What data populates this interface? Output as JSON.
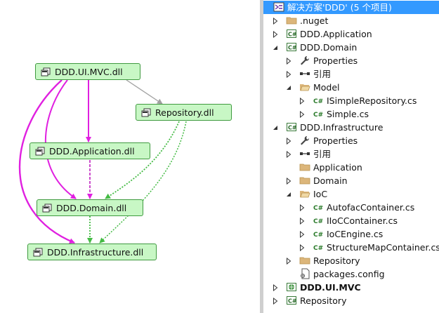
{
  "graph": {
    "nodes": [
      {
        "id": "mvc",
        "label": "DDD.UI.MVC.dll"
      },
      {
        "id": "repo",
        "label": "Repository.dll"
      },
      {
        "id": "app",
        "label": "DDD.Application.dll"
      },
      {
        "id": "domain",
        "label": "DDD.Domain.dll"
      },
      {
        "id": "infra",
        "label": "DDD.Infrastructure.dll"
      }
    ]
  },
  "explorer": {
    "solution_label": "解决方案'DDD' (5 个项目)",
    "items": [
      {
        "label": "解决方案'DDD' (5 个项目)",
        "icon": "solution-icon"
      },
      {
        "label": ".nuget",
        "icon": "folder-icon"
      },
      {
        "label": "DDD.Application",
        "icon": "csharp-project-icon"
      },
      {
        "label": "DDD.Domain",
        "icon": "csharp-project-icon"
      },
      {
        "label": "Properties",
        "icon": "wrench-icon"
      },
      {
        "label": "引用",
        "icon": "references-icon"
      },
      {
        "label": "Model",
        "icon": "folder-open-icon"
      },
      {
        "label": "ISimpleRepository.cs",
        "icon": "csharp-file-icon"
      },
      {
        "label": "Simple.cs",
        "icon": "csharp-file-icon"
      },
      {
        "label": "DDD.Infrastructure",
        "icon": "csharp-project-icon"
      },
      {
        "label": "Properties",
        "icon": "wrench-icon"
      },
      {
        "label": "引用",
        "icon": "references-icon"
      },
      {
        "label": "Application",
        "icon": "folder-icon"
      },
      {
        "label": "Domain",
        "icon": "folder-icon"
      },
      {
        "label": "IoC",
        "icon": "folder-open-icon"
      },
      {
        "label": "AutofacContainer.cs",
        "icon": "csharp-file-icon"
      },
      {
        "label": "IIoCContainer.cs",
        "icon": "csharp-file-icon"
      },
      {
        "label": "IoCEngine.cs",
        "icon": "csharp-file-icon"
      },
      {
        "label": "StructureMapContainer.cs",
        "icon": "csharp-file-icon"
      },
      {
        "label": "Repository",
        "icon": "folder-icon"
      },
      {
        "label": "packages.config",
        "icon": "config-file-icon"
      },
      {
        "label": "DDD.UI.MVC",
        "icon": "web-project-icon"
      },
      {
        "label": "Repository",
        "icon": "csharp-project-icon"
      }
    ]
  },
  "colors": {
    "node_fill": "#c8f7c5",
    "node_border": "#3f9a3f",
    "edge_magenta": "#e020e0",
    "edge_green_dotted": "#44bb44",
    "edge_gray": "#a0a0a0",
    "selection": "#3399ff"
  }
}
